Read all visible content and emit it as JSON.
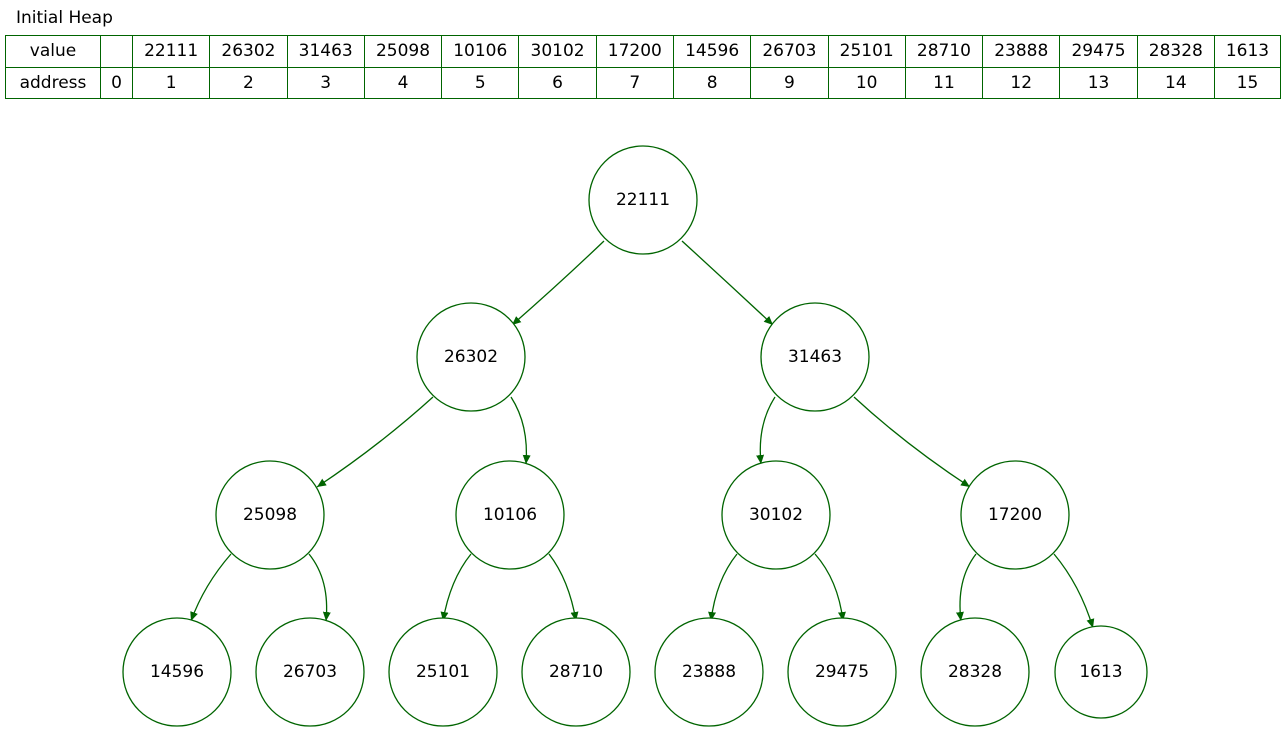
{
  "title": "Initial Heap",
  "table": {
    "value_label": "value",
    "address_label": "address",
    "values": [
      "",
      "22111",
      "26302",
      "31463",
      "25098",
      "10106",
      "30102",
      "17200",
      "14596",
      "26703",
      "25101",
      "28710",
      "23888",
      "29475",
      "28328",
      "1613"
    ],
    "addresses": [
      "0",
      "1",
      "2",
      "3",
      "4",
      "5",
      "6",
      "7",
      "8",
      "9",
      "10",
      "11",
      "12",
      "13",
      "14",
      "15"
    ]
  },
  "tree": {
    "nodes": [
      {
        "address": "1",
        "value": "22111"
      },
      {
        "address": "2",
        "value": "26302"
      },
      {
        "address": "3",
        "value": "31463"
      },
      {
        "address": "4",
        "value": "25098"
      },
      {
        "address": "5",
        "value": "10106"
      },
      {
        "address": "6",
        "value": "30102"
      },
      {
        "address": "7",
        "value": "17200"
      },
      {
        "address": "8",
        "value": "14596"
      },
      {
        "address": "9",
        "value": "26703"
      },
      {
        "address": "10",
        "value": "25101"
      },
      {
        "address": "11",
        "value": "28710"
      },
      {
        "address": "12",
        "value": "23888"
      },
      {
        "address": "13",
        "value": "29475"
      },
      {
        "address": "14",
        "value": "28328"
      },
      {
        "address": "15",
        "value": "1613"
      }
    ]
  },
  "colors": {
    "stroke": "#006400",
    "text": "#000000",
    "background": "#ffffff"
  }
}
